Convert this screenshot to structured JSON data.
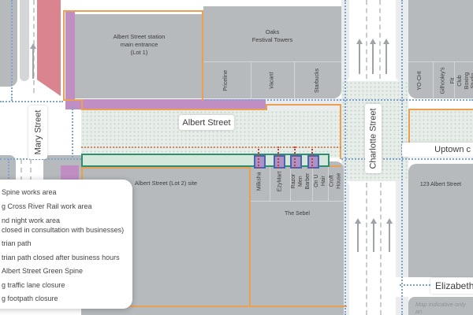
{
  "streets": {
    "mary": "Mary Street",
    "albert": "Albert Street",
    "charlotte": "Charlotte Street",
    "uptown": "Uptown c",
    "elizabeth": "Elizabeth"
  },
  "buildings": {
    "lot1": "Albert Street station\nmain entrance\n(Lot 1)",
    "oaks": "Oaks\nFestival Towers",
    "lot2": "Albert Street (Lot 2) site",
    "sebel": "The Sebel",
    "albert123": "123 Albert Street"
  },
  "shops_north_west": [
    "Priceline",
    "Vacant",
    "Starbucks"
  ],
  "shops_north_east": [
    "YO-CHI",
    "Gilhooley's",
    "Fit Club\nBoxing Studio"
  ],
  "shops_south": [
    "Milksha",
    "EzyMart",
    "Razor Men\nBarber",
    "On U Hair",
    "Croft House"
  ],
  "legend_items": [
    "Spine works area",
    "g Cross River Rail work area",
    "nd night work area",
    "closed in consultation with businesses)",
    "trian path",
    "trian path closed after business hours",
    "Albert Street Green Spine",
    "g traffic lane closure",
    "g footpath closure"
  ],
  "note": "Map indicative only an",
  "colors": {
    "work_area_border": "#eaa052",
    "green_spine_border": "#2f8e70",
    "green_spine_fill": "#d5e8dc",
    "cross_river_rail_area": "#d9848e",
    "footpath_closure": "#c08ec2",
    "pedestrian_path": "#7fa3cf",
    "path_closed_after_hours": "#c23b47",
    "pavement": "#e7ede8",
    "building": "#b7babd"
  }
}
